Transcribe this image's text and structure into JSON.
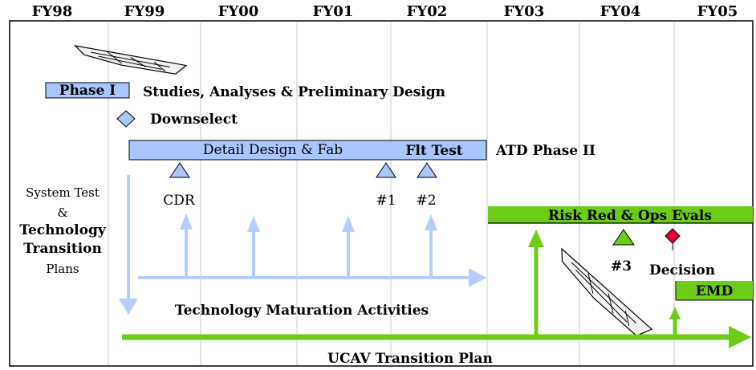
{
  "fiscal_years": [
    "FY98",
    "FY99",
    "FY00",
    "FY01",
    "FY02",
    "FY03",
    "FY04",
    "FY05"
  ],
  "phase1": {
    "label": "Phase I",
    "description": "Studies, Analyses & Preliminary Design"
  },
  "downselect_label": "Downselect",
  "detail_bar": {
    "label": "Detail Design & Fab",
    "flt_test_label": "Flt Test"
  },
  "atd_label": "ATD Phase II",
  "milestones": {
    "cdr": "CDR",
    "test1": "#1",
    "test2": "#2",
    "test3": "#3",
    "decision": "Decision"
  },
  "side_label": {
    "line1": "System Test",
    "line2": "&",
    "line3": "Technology",
    "line4": "Transition",
    "line5": "Plans"
  },
  "risk_bar_label": "Risk Red & Ops Evals",
  "emd_label": "EMD",
  "tech_maturation_label": "Technology Maturation Activities",
  "ucav_plan_label": "UCAV Transition Plan",
  "colors": {
    "light_blue_bar": "#a9c6ff",
    "light_blue_arrow": "#b5cdfb",
    "green": "#6ccc18",
    "decision_red": "#e3002e",
    "grid_line": "#c8c8c8"
  },
  "icons": [
    "aircraft-icon",
    "diamond-icon",
    "triangle-milestone-icon",
    "red-diamond-icon"
  ]
}
